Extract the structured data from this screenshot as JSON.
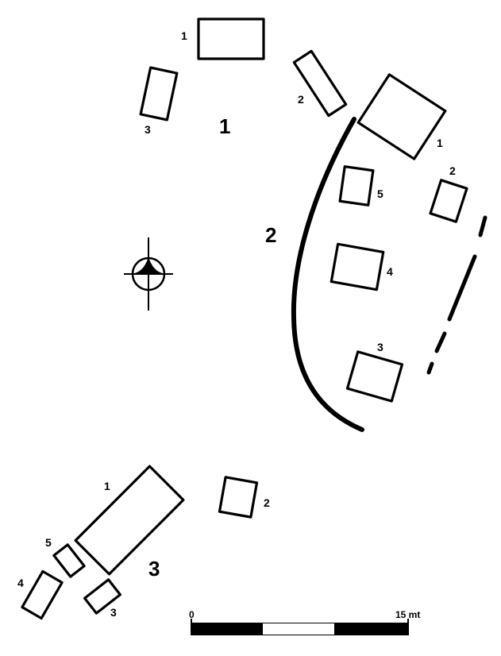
{
  "groups": [
    {
      "id": "g1",
      "label": "1",
      "stones": [
        {
          "label": "1"
        },
        {
          "label": "2"
        },
        {
          "label": "3"
        }
      ]
    },
    {
      "id": "g2",
      "label": "2",
      "stones": [
        {
          "label": "1"
        },
        {
          "label": "2"
        },
        {
          "label": "3"
        },
        {
          "label": "4"
        },
        {
          "label": "5"
        }
      ]
    },
    {
      "id": "g3",
      "label": "3",
      "stones": [
        {
          "label": "1"
        },
        {
          "label": "2"
        },
        {
          "label": "3"
        },
        {
          "label": "4"
        },
        {
          "label": "5"
        }
      ]
    }
  ],
  "scale": {
    "start_label": "0",
    "end_label": "15 mt"
  },
  "icons": {
    "north_marker": "north-arrow-crosshair-icon"
  },
  "colors": {
    "ink": "#000000",
    "background": "#ffffff"
  }
}
